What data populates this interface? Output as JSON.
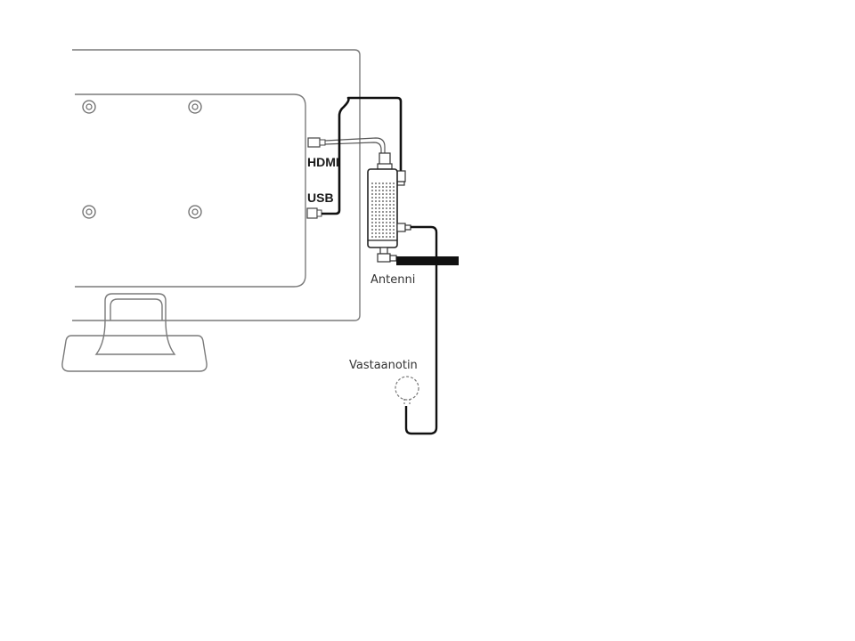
{
  "labels": {
    "hdmi": "HDMI",
    "usb": "USB",
    "antenna": "Antenni",
    "receiver": "Vastaanotin"
  },
  "colors": {
    "outline": "#6e6e6e",
    "cable": "#111111",
    "label": "#1a1a1a"
  }
}
